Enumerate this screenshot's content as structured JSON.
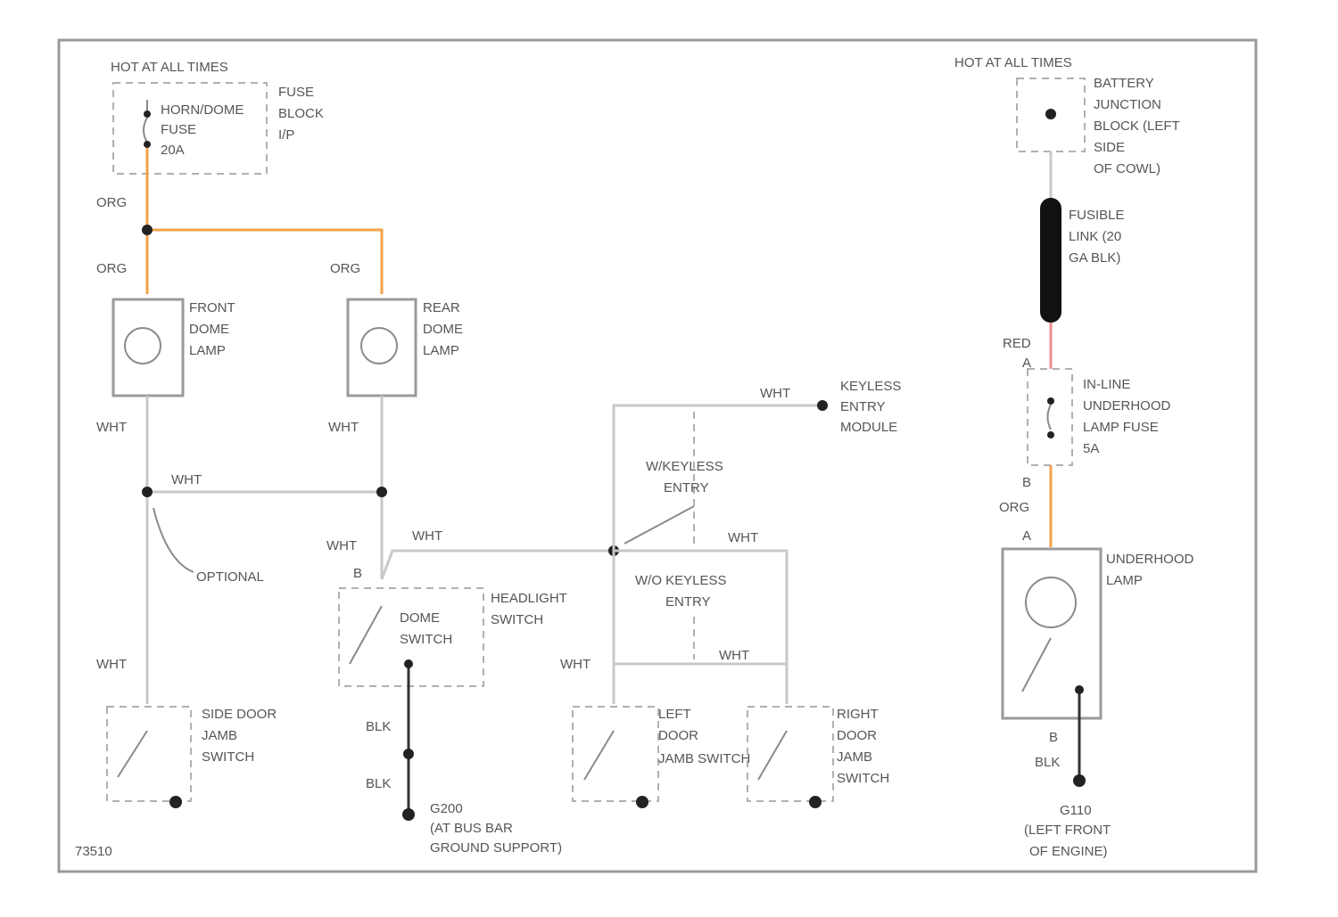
{
  "diagram": {
    "colors": {
      "org": "#f5a14a",
      "red": "#ee8d8d",
      "wht": "#c8c8c8",
      "blk": "#333333",
      "frame": "#9a9a9a"
    },
    "labels": {
      "hot_left": "HOT AT ALL TIMES",
      "fuse_left_1": "HORN/DOME",
      "fuse_left_2": "FUSE",
      "fuse_left_3": "20A",
      "fuse_block_1": "FUSE",
      "fuse_block_2": "BLOCK",
      "fuse_block_3": "I/P",
      "org_1": "ORG",
      "org_2": "ORG",
      "org_3": "ORG",
      "front_dome_1": "FRONT",
      "front_dome_2": "DOME",
      "front_dome_3": "LAMP",
      "rear_dome_1": "REAR",
      "rear_dome_2": "DOME",
      "rear_dome_3": "LAMP",
      "wht_1": "WHT",
      "wht_2": "WHT",
      "wht_3": "WHT",
      "optional": "OPTIONAL",
      "wht_4": "WHT",
      "wht_5": "WHT",
      "wht_6": "WHT",
      "headlight_1": "HEADLIGHT",
      "headlight_2": "SWITCH",
      "dome_switch_1": "DOME",
      "dome_switch_2": "SWITCH",
      "blk_1": "BLK",
      "blk_2": "BLK",
      "ground_1": "G200",
      "ground_2": "(AT BUS BAR",
      "ground_3": "GROUND SUPPORT)",
      "side_door_1": "SIDE DOOR",
      "side_door_2": "JAMB",
      "side_door_3": "SWITCH",
      "keyless_1": "KEYLESS",
      "keyless_2": "ENTRY",
      "keyless_3": "MODULE",
      "w_keyless_1": "W/KEYLESS",
      "w_keyless_2": "ENTRY",
      "wo_keyless_1": "W/O KEYLESS",
      "wo_keyless_2": "ENTRY",
      "wht_7": "WHT",
      "wht_8": "WHT",
      "wht_9": "WHT",
      "wht_10": "WHT",
      "left_door_1": "LEFT",
      "left_door_2": "DOOR",
      "left_door_3": "JAMB SWITCH",
      "right_door_1": "RIGHT",
      "right_door_2": "DOOR",
      "right_door_3": "JAMB",
      "right_door_4": "SWITCH",
      "hot_right": "HOT AT ALL TIMES",
      "battery_1": "BATTERY",
      "battery_2": "JUNCTION",
      "battery_3": "BLOCK (LEFT",
      "battery_4": "SIDE",
      "battery_5": "OF COWL)",
      "fusible_1": "FUSIBLE",
      "fusible_2": "LINK (20",
      "fusible_3": "GA BLK)",
      "red": "RED",
      "inline_1": "IN-LINE",
      "inline_2": "UNDERHOOD",
      "inline_3": "LAMP FUSE",
      "inline_4": "5A",
      "underhood_1": "UNDERHOOD",
      "underhood_2": "LAMP",
      "blk_3": "BLK",
      "g_right_1": "G110",
      "g_right_2": "(LEFT FRONT",
      "g_right_3": "OF ENGINE)",
      "code": "73510",
      "pin_a": "A",
      "pin_b": "B"
    }
  }
}
